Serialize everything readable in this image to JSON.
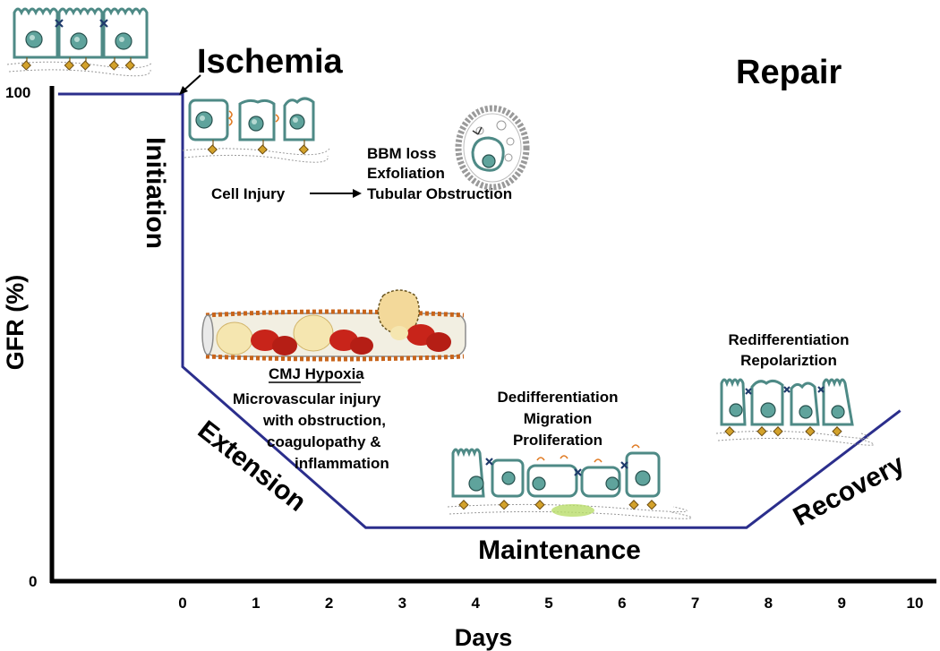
{
  "chart_data": {
    "type": "line",
    "ylabel": "GFR (%)",
    "xlabel": "Days",
    "y_ticks": [
      "100",
      "0"
    ],
    "x_ticks": [
      "0",
      "1",
      "2",
      "3",
      "4",
      "5",
      "6",
      "7",
      "8",
      "9",
      "10"
    ],
    "xlim": [
      -1.7,
      10
    ],
    "ylim": [
      0,
      100
    ],
    "series": [
      {
        "values": [
          {
            "x": -1.7,
            "y": 100
          },
          {
            "x": 0,
            "y": 100
          },
          {
            "x": 0,
            "y": 44
          },
          {
            "x": 2.5,
            "y": 11
          },
          {
            "x": 7.7,
            "y": 11
          },
          {
            "x": 9.8,
            "y": 35
          }
        ]
      }
    ]
  },
  "labels": {
    "ischemia": "Ischemia",
    "repair": "Repair",
    "initiation": "Initiation",
    "extension": "Extension",
    "maintenance": "Maintenance",
    "recovery": "Recovery",
    "cell_injury": "Cell Injury",
    "bbm_loss": "BBM loss",
    "exfoliation": "Exfoliation",
    "tubular_obstruction": "Tubular Obstruction",
    "cmj_hypoxia": "CMJ Hypoxia",
    "microvascular_line1": "Microvascular injury",
    "microvascular_line2": "with obstruction,",
    "microvascular_line3": "coagulopathy &",
    "microvascular_line4": "inflammation",
    "dediff_line1": "Dedifferentiation",
    "dediff_line2": "Migration",
    "dediff_line3": "Proliferation",
    "rediff_line1": "Redifferentiation",
    "rediff_line2": "Repolariztion"
  },
  "colors": {
    "curve": "#2b2e8c",
    "axis": "#000000",
    "cell_outline": "#4e8a86",
    "nucleus": "#5fa39c",
    "rbc": "#c8241a",
    "vessel": "#e7e3cf"
  }
}
